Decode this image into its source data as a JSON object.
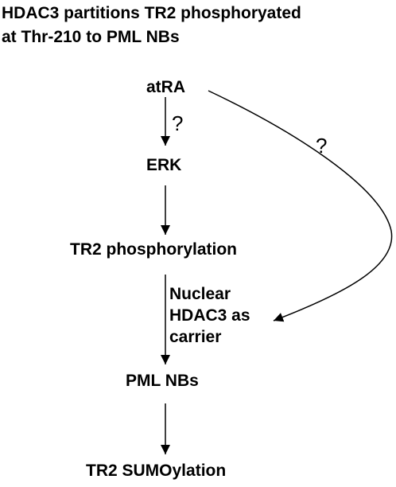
{
  "diagram": {
    "title_lines": [
      "HDAC3 partitions TR2 phosphoryated",
      "at Thr-210 to PML NBs"
    ],
    "nodes": {
      "atra": "atRA",
      "erk": "ERK",
      "tr2_phosphorylation": "TR2 phosphorylation",
      "pml_nbs": "PML NBs",
      "tr2_sumoylation": "TR2 SUMOylation"
    },
    "edge_labels": {
      "atra_to_erk": "?",
      "atra_to_carrier": "?",
      "carrier_lines": [
        "Nuclear",
        "HDAC3 as",
        "carrier"
      ]
    },
    "colors": {
      "text": "#000000",
      "lines": "#000000",
      "background": "#ffffff"
    }
  }
}
